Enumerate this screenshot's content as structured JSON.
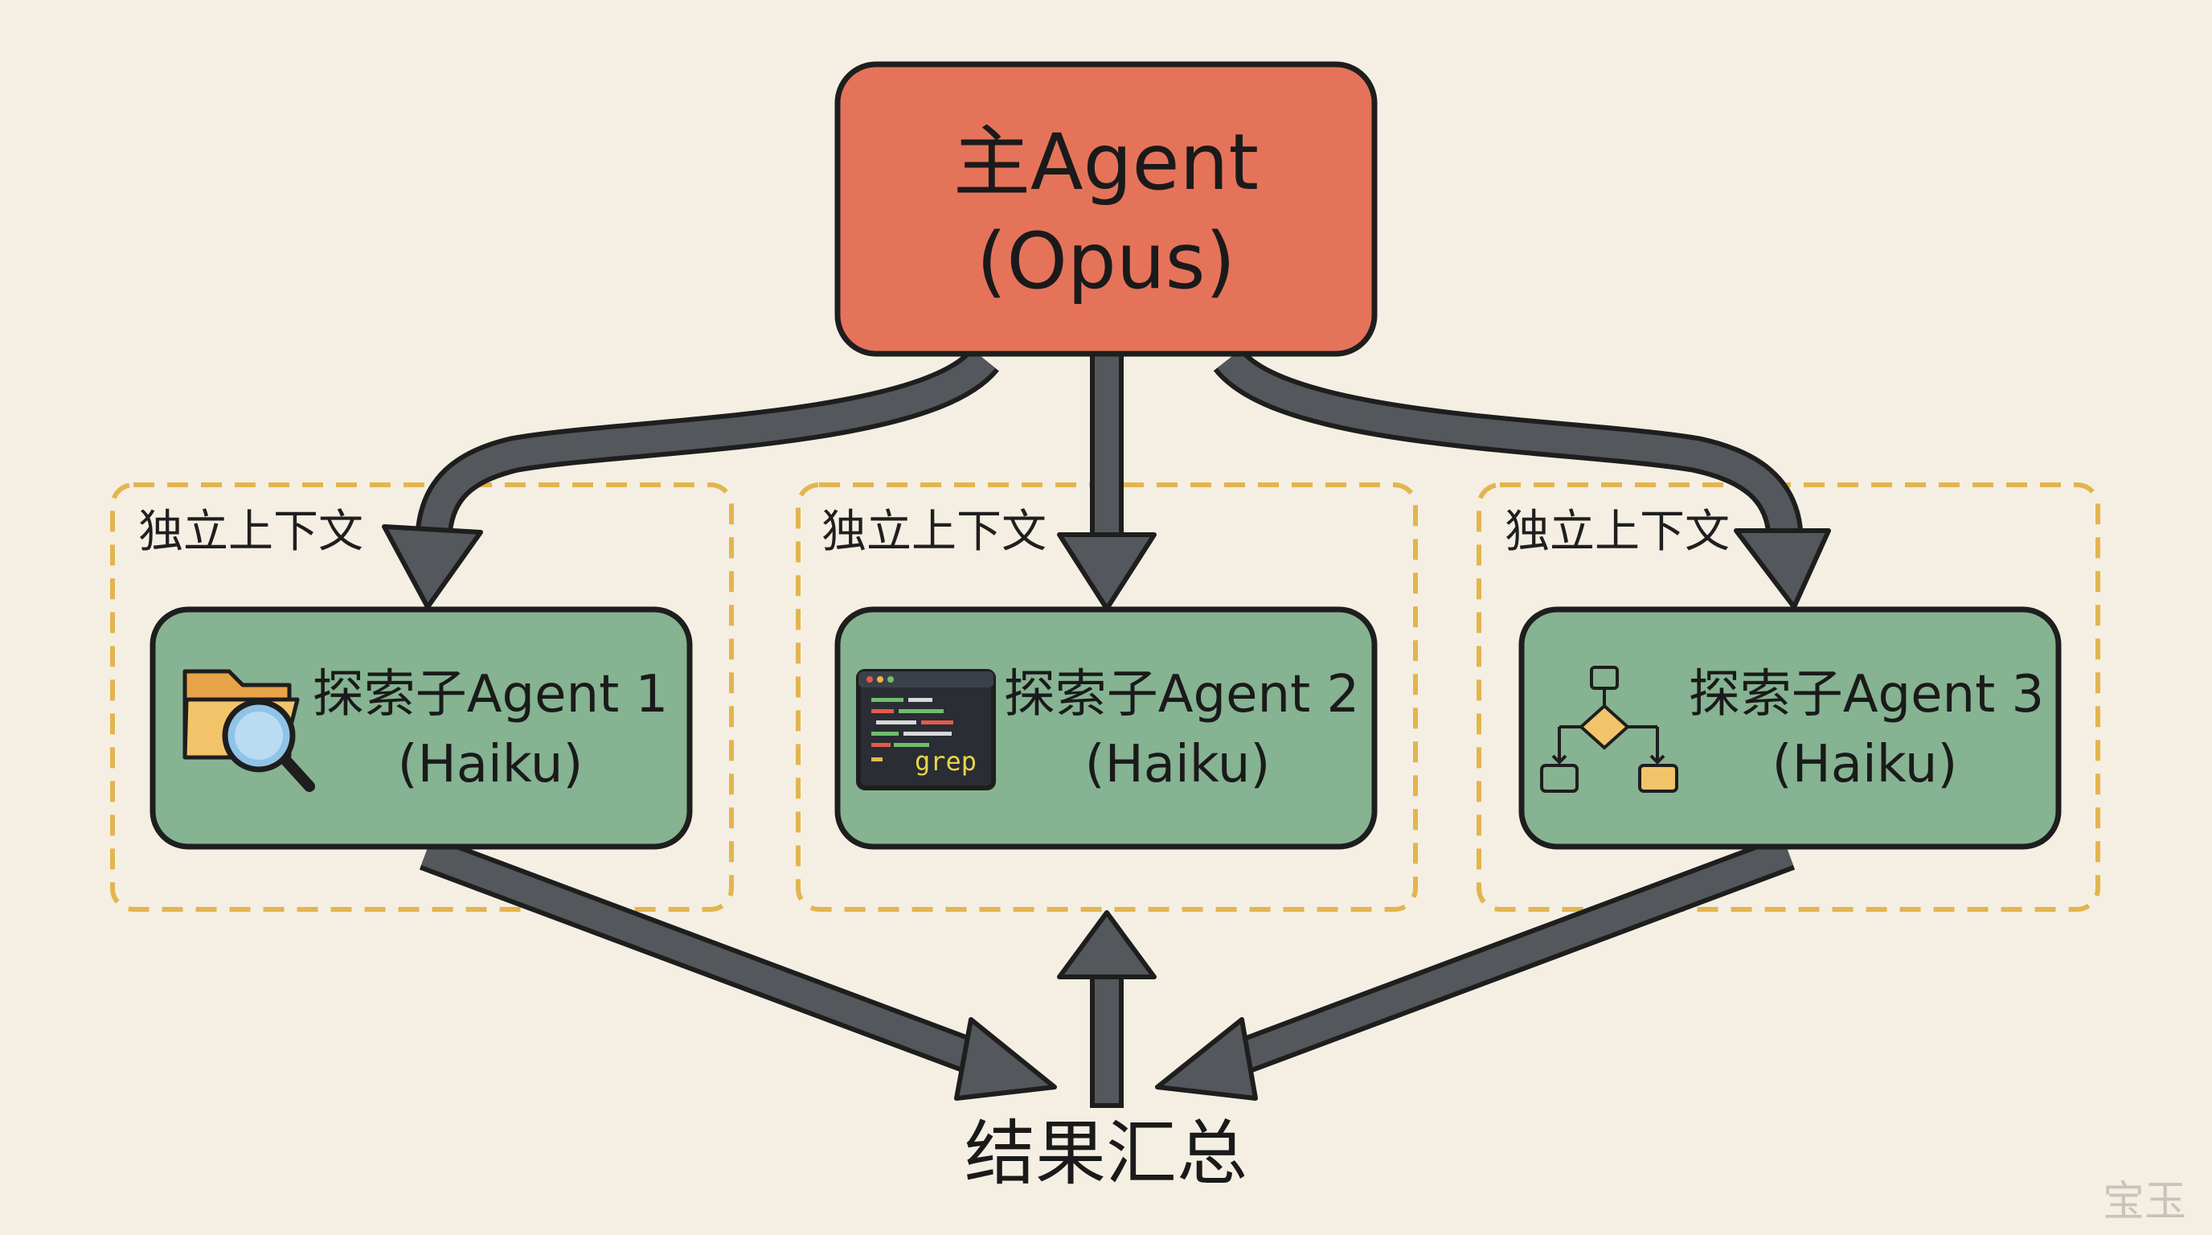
{
  "main_agent": {
    "line1": "主Agent",
    "line2": "(Opus)",
    "fill": "#e5735a"
  },
  "context_label": "独立上下文",
  "sub_agents": [
    {
      "line1": "探索子Agent 1",
      "line2": "(Haiku)",
      "icon": "folder-search-icon"
    },
    {
      "line1": "探索子Agent 2",
      "line2": "(Haiku)",
      "icon": "terminal-grep-icon",
      "icon_text": "grep"
    },
    {
      "line1": "探索子Agent 3",
      "line2": "(Haiku)",
      "icon": "flowchart-icon"
    }
  ],
  "result_label": "结果汇总",
  "watermark": "宝玉",
  "colors": {
    "background": "#f5efe3",
    "sub_agent_fill": "#86b392",
    "dashed_border": "#e3b54f",
    "arrow": "#54575b",
    "outline": "#1e1e1e"
  }
}
